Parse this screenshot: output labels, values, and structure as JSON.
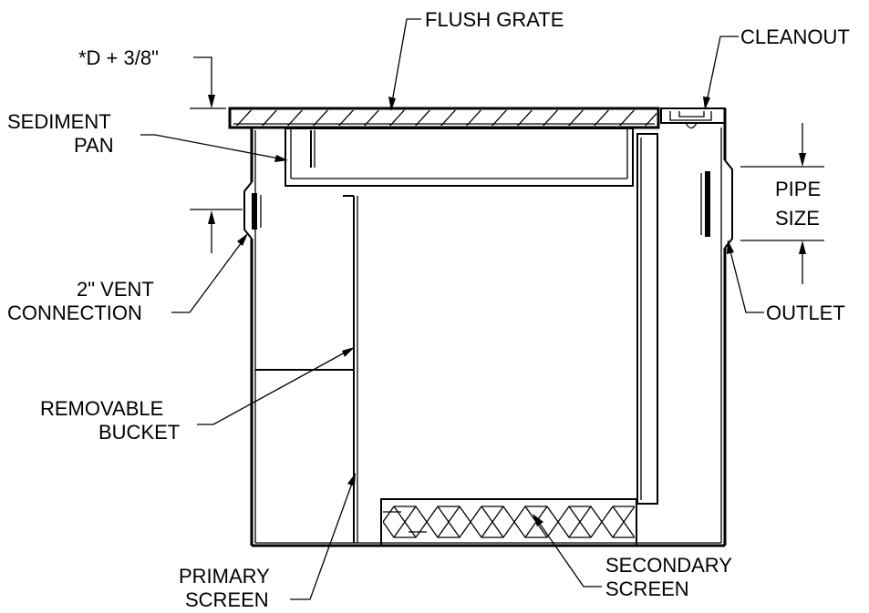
{
  "labels": {
    "flush_grate": "FLUSH GRATE",
    "cleanout": "CLEANOUT",
    "dim_d": "*D + 3/8\"",
    "sediment_1": "SEDIMENT",
    "sediment_2": "PAN",
    "pipe_1": "PIPE",
    "pipe_2": "SIZE",
    "vent_1": "2\" VENT",
    "vent_2": "CONNECTION",
    "outlet": "OUTLET",
    "bucket_1": "REMOVABLE",
    "bucket_2": "BUCKET",
    "primary_1": "PRIMARY",
    "primary_2": "SCREEN",
    "secondary_1": "SECONDARY",
    "secondary_2": "SCREEN"
  }
}
